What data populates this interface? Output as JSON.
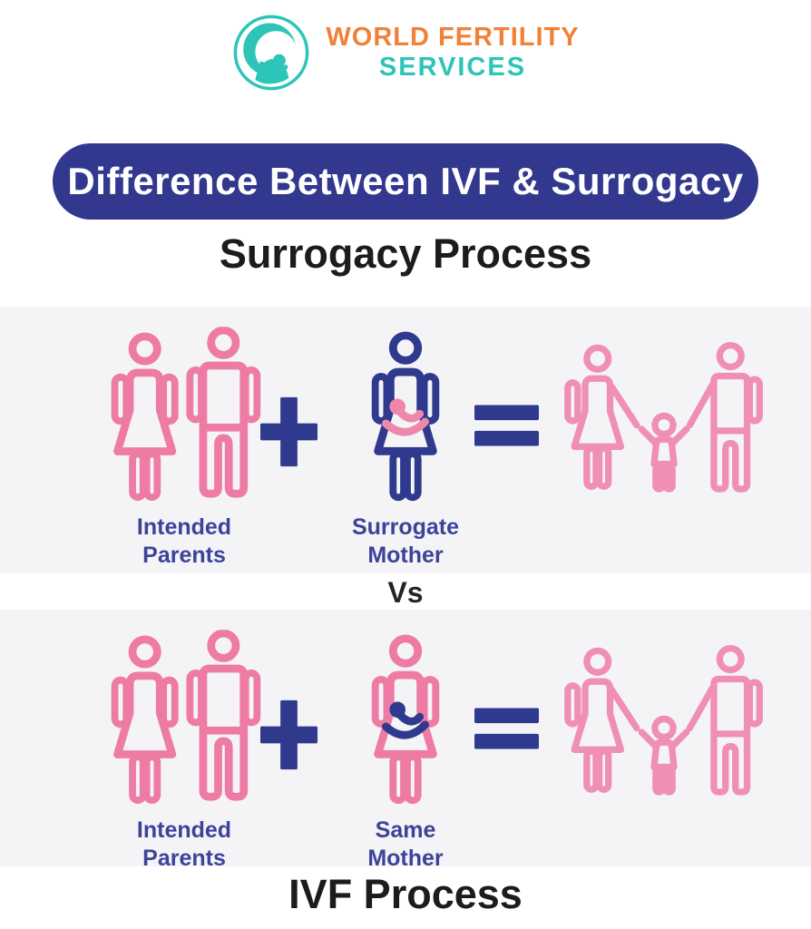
{
  "logo": {
    "line1": "WORLD FERTILITY",
    "line2": "SERVICES",
    "icon": "mother-baby-icon",
    "orange": "#f18136",
    "teal": "#2cc5b8"
  },
  "banner": {
    "title": "Difference Between IVF & Surrogacy",
    "bg_color": "#32388e",
    "text_color": "#ffffff"
  },
  "surrogacy": {
    "heading": "Surrogacy Process",
    "left_label": "Intended\nParents",
    "center_label": "Surrogate\nMother",
    "left_icon": "couple-icon",
    "center_icon": "pregnant-woman-icon",
    "result_icon": "family-icon"
  },
  "vs_label": "Vs",
  "ivf": {
    "heading": "IVF Process",
    "left_label": "Intended\nParents",
    "center_label": "Same\nMother",
    "left_icon": "couple-icon",
    "center_icon": "mother-with-baby-icon",
    "result_icon": "family-icon"
  },
  "operators": {
    "plus": "plus-icon",
    "equals": "equals-icon"
  },
  "colors": {
    "pink": "#ee7ba4",
    "family_pink": "#f08fb4",
    "blue": "#2f3a8e",
    "label_blue": "#3c4399",
    "banner_blue": "#32388e",
    "band_bg": "#f4f4f7",
    "heading_dark": "#1c1c1c"
  }
}
